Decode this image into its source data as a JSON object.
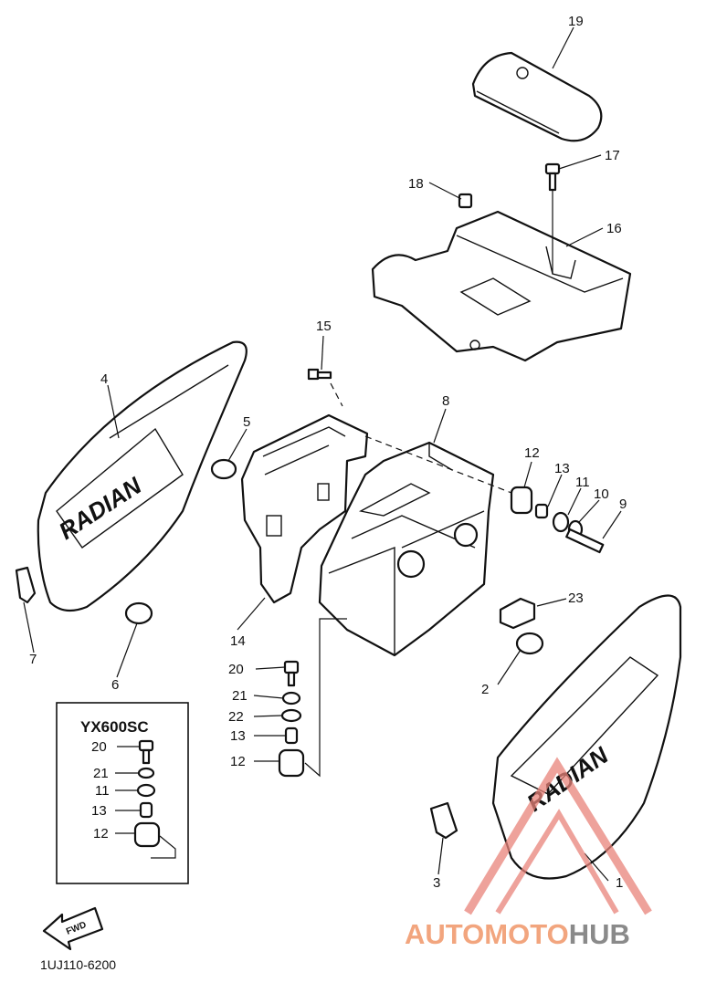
{
  "callouts": [
    "19",
    "17",
    "18",
    "16",
    "15",
    "4",
    "5",
    "8",
    "12",
    "13",
    "11",
    "10",
    "9",
    "7",
    "6",
    "14",
    "23",
    "2",
    "20",
    "21",
    "22",
    "13",
    "12",
    "3",
    "1"
  ],
  "inset": {
    "title": "YX600SC",
    "callouts": [
      "20",
      "21",
      "11",
      "13",
      "12"
    ]
  },
  "side_cover_logo": "RADIAN",
  "fwd_label": "FWD",
  "diagram_code": "1UJ110-6200",
  "watermark": {
    "part1": "AUTOMOTO",
    "part2": "HUB",
    "color1": "#f2a57e",
    "color2": "#8a8a8a"
  }
}
